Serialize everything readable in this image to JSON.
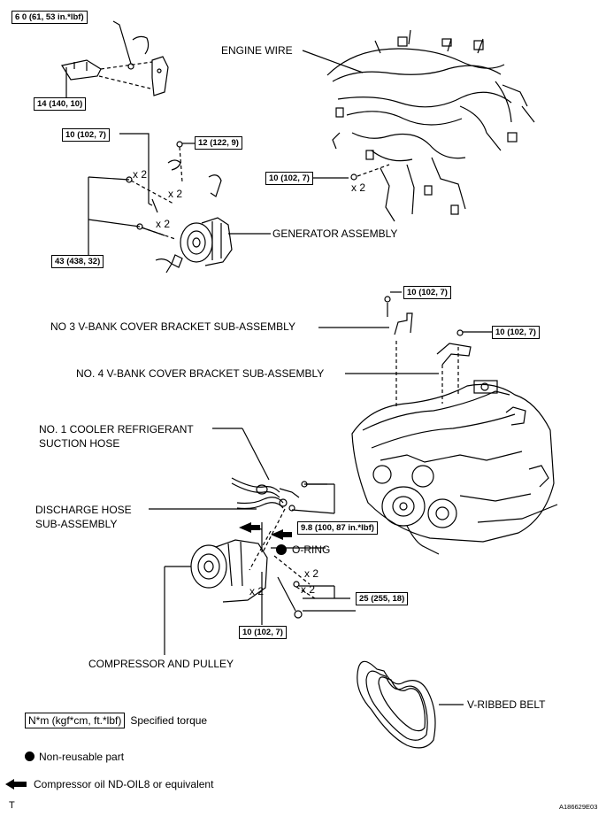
{
  "labels": {
    "engine_wire": "ENGINE WIRE",
    "generator_assembly": "GENERATOR ASSEMBLY",
    "no3_bracket": "NO  3 V-BANK COVER BRACKET SUB-ASSEMBLY",
    "no4_bracket": "NO. 4 V-BANK COVER BRACKET SUB-ASSEMBLY",
    "suction_hose_line1": "NO. 1 COOLER REFRIGERANT",
    "suction_hose_line2": "SUCTION HOSE",
    "discharge_hose_line1": "DISCHARGE HOSE",
    "discharge_hose_line2": "SUB-ASSEMBLY",
    "o_ring": "O-RING",
    "compressor": "COMPRESSOR AND PULLEY",
    "v_belt": "V-RIBBED BELT"
  },
  "torques": {
    "t1": "6 0 (61, 53 in.*lbf)",
    "t2": "14 (140, 10)",
    "t3": "10 (102, 7)",
    "t4": "12 (122, 9)",
    "t5": "10 (102, 7)",
    "t6": "43 (438, 32)",
    "t7": "10 (102, 7)",
    "t8": "10 (102, 7)",
    "t9": "9.8 (100, 87 in.*lbf)",
    "t10": "25 (255, 18)",
    "t11": "10 (102, 7)"
  },
  "quantities": {
    "q1": "x 2",
    "q2": "x 2",
    "q3": "x 2",
    "q4": "x 2",
    "q5": "x 2",
    "q6": "x 2",
    "q7": "x 2"
  },
  "legend": {
    "torque_key": "N*m (kgf*cm, ft.*lbf)",
    "torque_text": "Specified torque",
    "nonreusable_text": "Non-reusable part",
    "oil_text": "Compressor oil ND-OIL8 or equivalent"
  },
  "footer": {
    "left_mark": "T",
    "figure_id": "A186629E03"
  }
}
